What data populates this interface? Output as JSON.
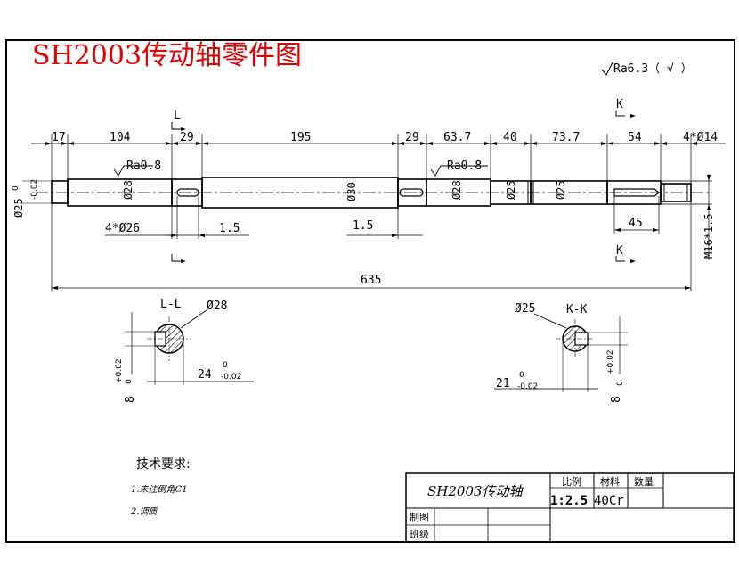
{
  "title": "SH2003传动轴零件图",
  "roughness_general": "Ra6.3（ √ ）",
  "dims_top": {
    "d17": "17",
    "d104": "104",
    "d29a": "29",
    "d195": "195",
    "d29b": "29",
    "d63_7": "63.7",
    "d40": "40",
    "d73_7": "73.7",
    "d54": "54",
    "d4x14": "4*Ø14"
  },
  "section_marks": {
    "L": "L",
    "K": "K"
  },
  "roughness_1": "Ra0.8",
  "roughness_2": "Ra0.8",
  "diameters": {
    "d25_left": "Ø25",
    "d25_tol_up": "0",
    "d25_tol_low": "-0.02",
    "d28a": "Ø28",
    "d30": "Ø30",
    "d28b": "Ø28",
    "d25b": "Ø25",
    "d25c": "Ø25"
  },
  "dims_bottom": {
    "d4x26": "4*Ø26",
    "d1_5a": "1.5",
    "d1_5b": "1.5",
    "d45": "45",
    "thread": "M16*1.5",
    "total": "635"
  },
  "section_LL": {
    "label": "L-L",
    "diameter": "Ø28",
    "width": "24",
    "width_tol_up": "0",
    "width_tol_low": "-0.02",
    "key": "8",
    "key_tol_up": "+0.02",
    "key_tol_low": "0"
  },
  "section_KK": {
    "label": "K-K",
    "diameter": "Ø25",
    "width": "21",
    "width_tol_up": "0",
    "width_tol_low": "-0.02",
    "key": "8",
    "key_tol_up": "+0.02",
    "key_tol_low": "0"
  },
  "tech_requirements": {
    "heading": "技术要求:",
    "items": [
      "1.未注倒角C1",
      "2.调质"
    ]
  },
  "title_block": {
    "name": "SH2003传动轴",
    "scale_label": "比例",
    "material_label": "材料",
    "quantity_label": "数量",
    "scale": "1:2.5",
    "material": "40Cr",
    "drawn_label": "制图",
    "class_label": "班级"
  }
}
